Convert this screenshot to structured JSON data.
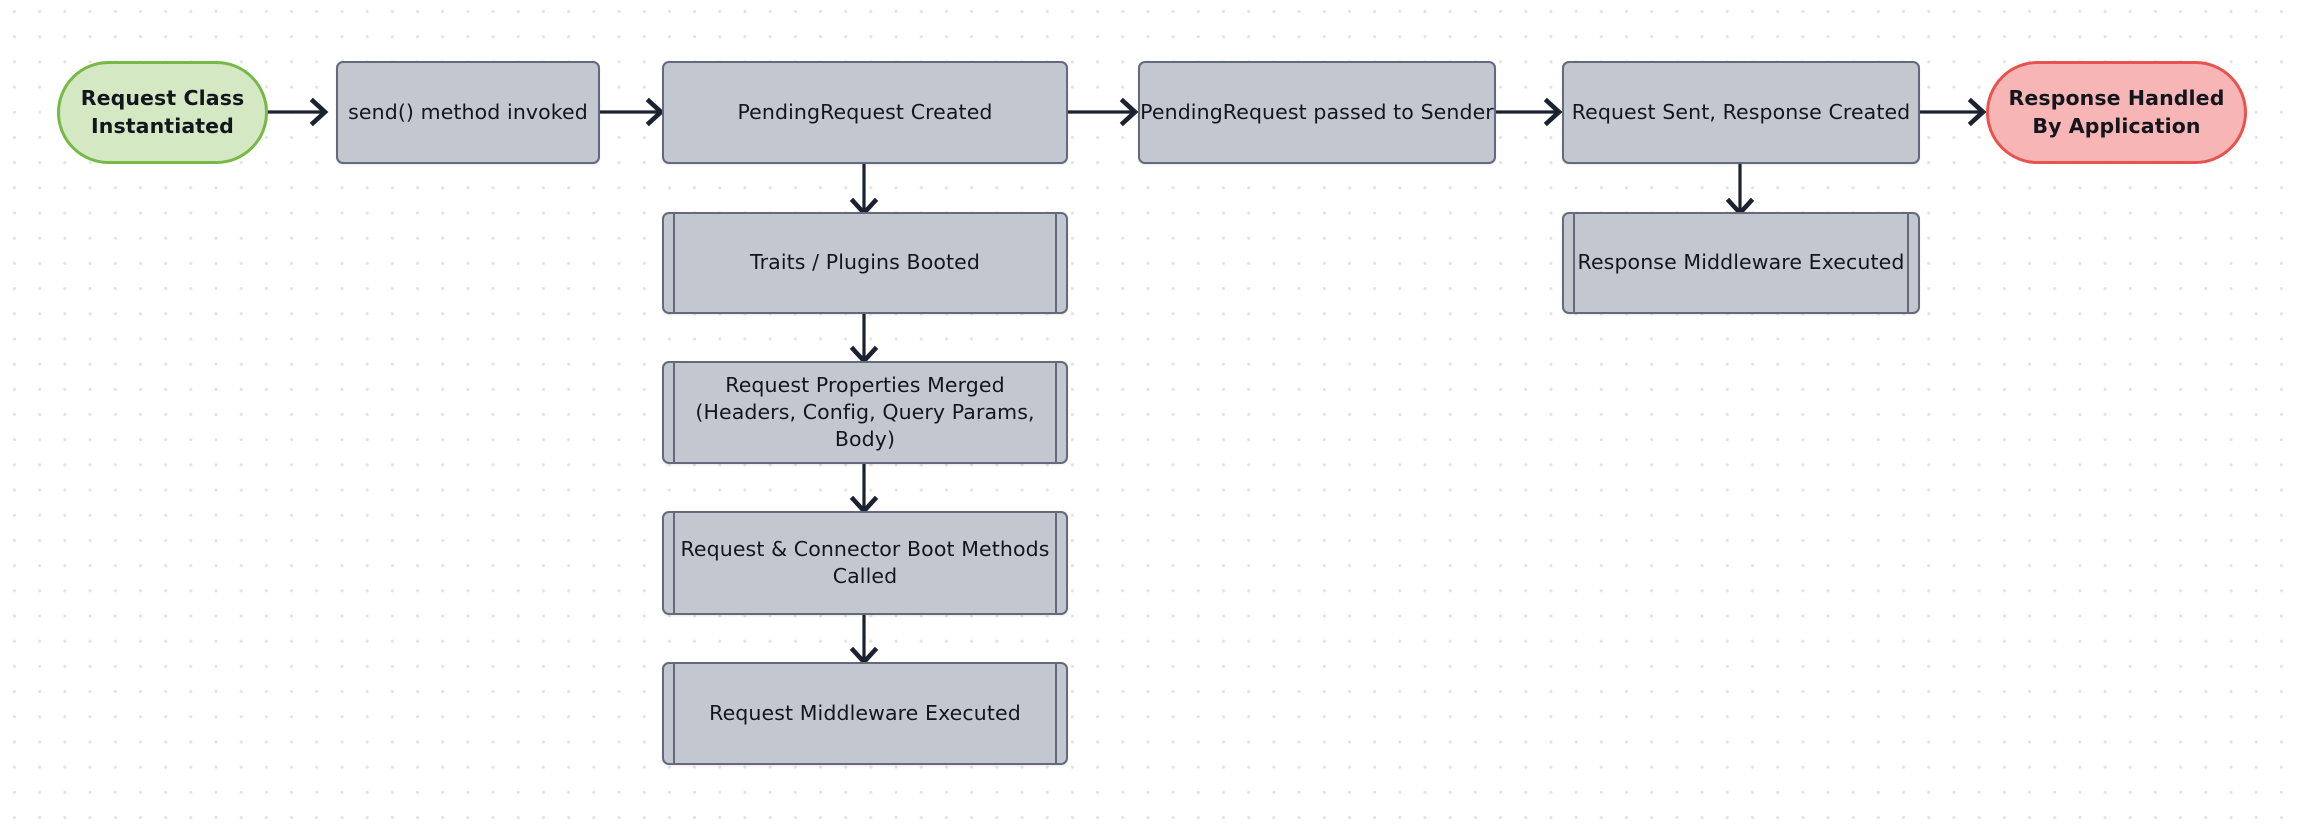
{
  "diagram": {
    "title": "Saloon Request Lifecycle Flowchart",
    "background": "#ffffff",
    "grid_dot_color": "#e3e3e6",
    "colors": {
      "process_fill": "#c2c7d0",
      "process_stroke": "#64697c",
      "start_fill": "#d3e8c3",
      "start_stroke": "#76b946",
      "end_fill": "#f7b5b5",
      "end_stroke": "#e8534f",
      "edge": "#1b2130",
      "text": "#14161d"
    }
  },
  "nodes": {
    "start": {
      "label": "Request Class\nInstantiated",
      "shape": "terminator"
    },
    "send_invoked": {
      "label": "send() method invoked",
      "shape": "process"
    },
    "pending_created": {
      "label": "PendingRequest Created",
      "shape": "process"
    },
    "traits_booted": {
      "label": "Traits / Plugins Booted",
      "shape": "subroutine"
    },
    "props_merged": {
      "label": "Request Properties Merged\n(Headers, Config, Query Params, Body)",
      "shape": "subroutine"
    },
    "boot_methods": {
      "label": "Request & Connector Boot Methods\nCalled",
      "shape": "subroutine"
    },
    "request_middleware": {
      "label": "Request Middleware Executed",
      "shape": "subroutine"
    },
    "passed_to_sender": {
      "label": "PendingRequest passed to Sender",
      "shape": "process"
    },
    "request_sent": {
      "label": "Request Sent, Response Created",
      "shape": "process"
    },
    "response_middleware": {
      "label": "Response Middleware Executed",
      "shape": "subroutine"
    },
    "end": {
      "label": "Response Handled\nBy Application",
      "shape": "terminator"
    }
  },
  "edges": [
    {
      "from": "start",
      "to": "send_invoked",
      "direction": "right"
    },
    {
      "from": "send_invoked",
      "to": "pending_created",
      "direction": "right"
    },
    {
      "from": "pending_created",
      "to": "passed_to_sender",
      "direction": "right"
    },
    {
      "from": "passed_to_sender",
      "to": "request_sent",
      "direction": "right"
    },
    {
      "from": "request_sent",
      "to": "end",
      "direction": "right"
    },
    {
      "from": "pending_created",
      "to": "traits_booted",
      "direction": "down"
    },
    {
      "from": "traits_booted",
      "to": "props_merged",
      "direction": "down"
    },
    {
      "from": "props_merged",
      "to": "boot_methods",
      "direction": "down"
    },
    {
      "from": "boot_methods",
      "to": "request_middleware",
      "direction": "down"
    },
    {
      "from": "request_sent",
      "to": "response_middleware",
      "direction": "down"
    }
  ]
}
